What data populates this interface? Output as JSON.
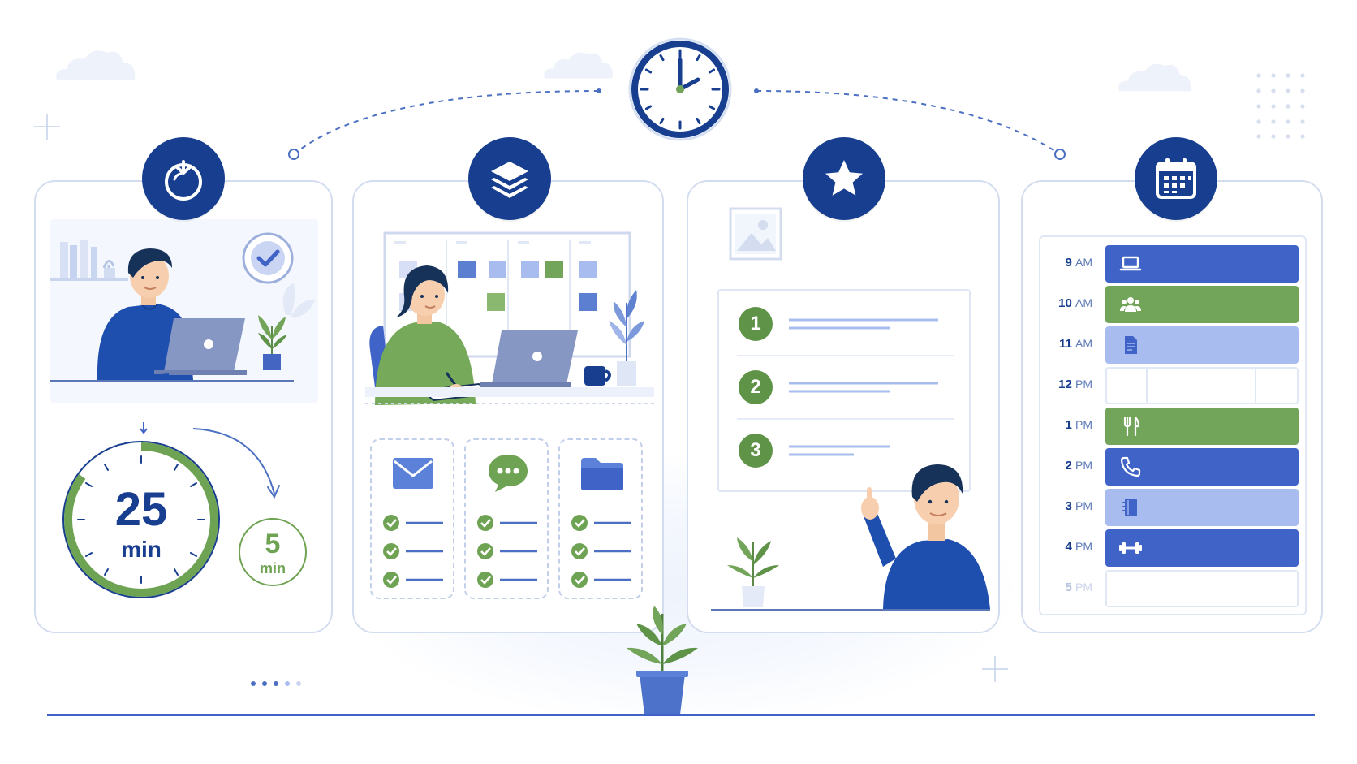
{
  "timer": {
    "work_minutes": "25",
    "work_unit": "min",
    "break_minutes": "5",
    "break_unit": "min",
    "work_progress": 0.85
  },
  "priorities": [
    {
      "rank": "1"
    },
    {
      "rank": "2"
    },
    {
      "rank": "3"
    }
  ],
  "schedule": {
    "times": [
      {
        "hour": "9",
        "period": "AM",
        "faded": false
      },
      {
        "hour": "10",
        "period": "AM",
        "faded": false
      },
      {
        "hour": "11",
        "period": "AM",
        "faded": false
      },
      {
        "hour": "12",
        "period": "PM",
        "faded": false
      },
      {
        "hour": "1",
        "period": "PM",
        "faded": false
      },
      {
        "hour": "2",
        "period": "PM",
        "faded": false
      },
      {
        "hour": "3",
        "period": "PM",
        "faded": false
      },
      {
        "hour": "4",
        "period": "PM",
        "faded": false
      },
      {
        "hour": "5",
        "period": "PM",
        "faded": true
      }
    ],
    "blocks": [
      {
        "icon": "laptop-icon",
        "color": "#3f63c6"
      },
      {
        "icon": "team-icon",
        "color": "#72a559"
      },
      {
        "icon": "document-icon",
        "color": "#a9bcef"
      },
      {
        "icon": "",
        "color": "#ffffff"
      },
      {
        "icon": "utensils-icon",
        "color": "#72a559"
      },
      {
        "icon": "phone-icon",
        "color": "#3f63c6"
      },
      {
        "icon": "notebook-icon",
        "color": "#a9bcef"
      },
      {
        "icon": "dumbbell-icon",
        "color": "#3f63c6"
      },
      {
        "icon": "",
        "color": "#ffffff"
      }
    ]
  },
  "colors": {
    "navy": "#173e8f",
    "blue": "#3f63c6",
    "green": "#72a559",
    "light_blue": "#a9bcef",
    "card_border": "#d3ddef"
  },
  "icons": [
    "tomato-icon",
    "layers-icon",
    "star-icon",
    "calendar-icon",
    "clock-icon",
    "envelope-icon",
    "chat-icon",
    "folder-icon",
    "check-icon",
    "plant-icon"
  ]
}
